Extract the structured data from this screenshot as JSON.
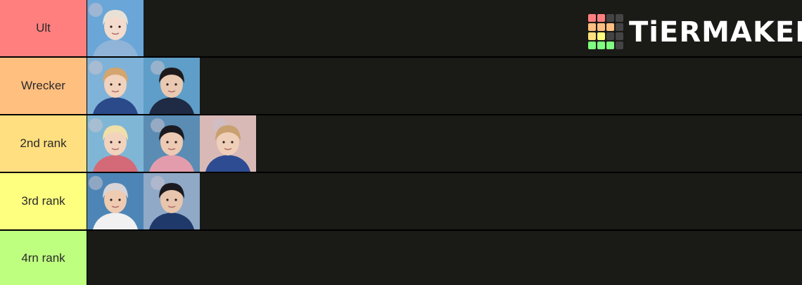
{
  "tiers": [
    {
      "label": "Ult",
      "color": "#ff7f7f",
      "items": [
        {
          "skin": "#f3dccd",
          "hair": "#e8e2d6",
          "bg": "#6aa6d8",
          "shirt": "#8fb4d8"
        }
      ]
    },
    {
      "label": "Wrecker",
      "color": "#ffbf7f",
      "items": [
        {
          "skin": "#f1d2bd",
          "hair": "#d4a56e",
          "bg": "#7fb2d8",
          "shirt": "#2a4a8a"
        },
        {
          "skin": "#e9c9b2",
          "hair": "#1e1a1c",
          "bg": "#5e9ec8",
          "shirt": "#1f2a44"
        }
      ]
    },
    {
      "label": "2nd rank",
      "color": "#ffdf7f",
      "items": [
        {
          "skin": "#f2d3bd",
          "hair": "#f0dfa8",
          "bg": "#7fb6d6",
          "shirt": "#d46a78"
        },
        {
          "skin": "#eccab3",
          "hair": "#1b1a20",
          "bg": "#5a8cb4",
          "shirt": "#e39cab"
        },
        {
          "skin": "#f0cfb8",
          "hair": "#c9a070",
          "bg": "#d9b9b6",
          "shirt": "#2e4c92"
        }
      ]
    },
    {
      "label": "3rd rank",
      "color": "#ffff7f",
      "items": [
        {
          "skin": "#efcbb1",
          "hair": "#d8d4d8",
          "bg": "#4d86b6",
          "shirt": "#f1f1f1"
        },
        {
          "skin": "#e8c5ad",
          "hair": "#1a1a1e",
          "bg": "#8fa9c7",
          "shirt": "#1f3a6a"
        }
      ]
    },
    {
      "label": "4rn rank",
      "color": "#bfff7f",
      "items": []
    }
  ],
  "logo": {
    "text": "TiERMAKER",
    "cells": [
      "#ff7f7f",
      "#ff7f7f",
      "#444",
      "#444",
      "#ffbf7f",
      "#ffbf7f",
      "#ffbf7f",
      "#444",
      "#ffdf7f",
      "#ffff7f",
      "#444",
      "#444",
      "#7fff7f",
      "#7fff7f",
      "#7fff7f",
      "#444"
    ]
  }
}
